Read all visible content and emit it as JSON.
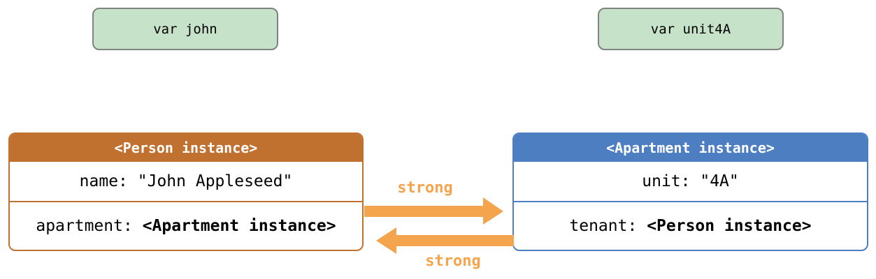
{
  "colors": {
    "green_fill": "#c6e2c9",
    "green_border": "#7f837f",
    "person_accent": "#c0712f",
    "apartment_accent": "#4d7ec2",
    "arrow": "#f4a44c",
    "header_text": "#ffffff",
    "body_text": "#000000"
  },
  "variables": {
    "john": {
      "label": "var john"
    },
    "unit4A": {
      "label": "var unit4A"
    }
  },
  "person_box": {
    "title": "<Person instance>",
    "name_row": {
      "label": "name:",
      "value": "\"John Appleseed\""
    },
    "apartment_row": {
      "label": "apartment:",
      "value": "<Apartment instance>"
    }
  },
  "apartment_box": {
    "title": "<Apartment instance>",
    "unit_row": {
      "label": "unit:",
      "value": "\"4A\""
    },
    "tenant_row": {
      "label": "tenant:",
      "value": "<Person instance>"
    }
  },
  "references": {
    "person_to_apartment_label": "strong",
    "apartment_to_person_label": "strong"
  }
}
